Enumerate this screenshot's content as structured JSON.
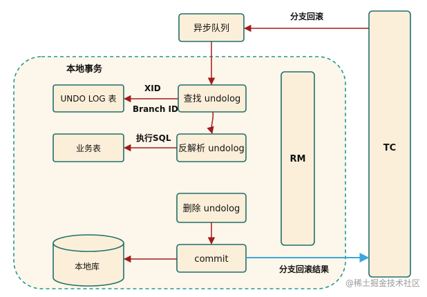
{
  "nodes": {
    "async_queue": "异步队列",
    "local_tx": "本地事务",
    "undo_log_table": "UNDO LOG 表",
    "find_undolog": "查找 undolog",
    "business_table": "业务表",
    "reverse_parse": "反解析 undolog",
    "delete_undolog": "删除 undolog",
    "commit": "commit",
    "local_db": "本地库",
    "rm": "RM",
    "tc": "TC"
  },
  "edges": {
    "branch_rollback": "分支回滚",
    "xid": "XID",
    "branch_id": "Branch ID",
    "exec_sql": "执行SQL",
    "rollback_result": "分支回滚结果"
  },
  "watermark": "@稀土掘金技术社区",
  "colors": {
    "box_fill": "#fbefd9",
    "box_stroke": "#1f6f6a",
    "group_stroke": "#1f9a8f",
    "arrow_red": "#a01c1c",
    "arrow_blue": "#3aa6d9"
  }
}
